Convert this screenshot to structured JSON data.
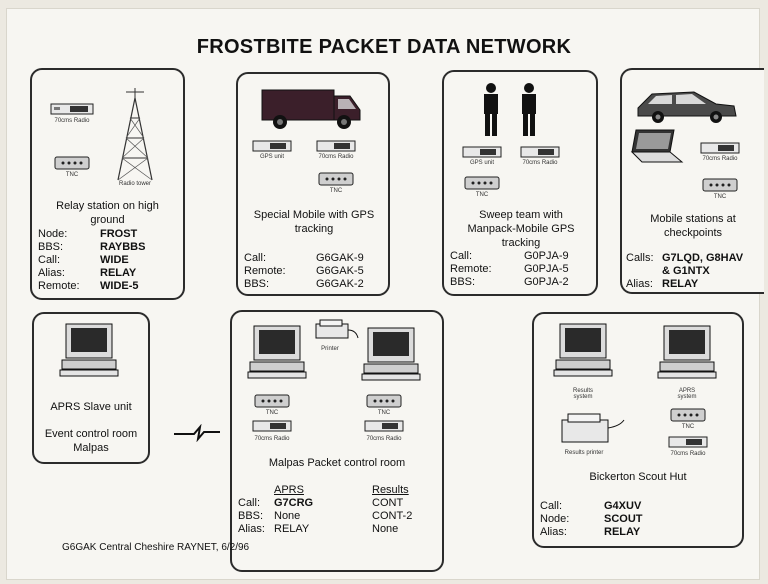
{
  "title": "FROSTBITE PACKET DATA NETWORK",
  "footer": "G6GAK Central Cheshire RAYNET, 6/2/96",
  "relay": {
    "lbl_radio": "70cms Radio",
    "lbl_tnc": "TNC",
    "lbl_tower": "Radio tower",
    "caption": "Relay station on high ground",
    "rows": [
      {
        "k": "Node:",
        "v": "FROST"
      },
      {
        "k": "BBS:",
        "v": "RAYBBS"
      },
      {
        "k": "Call:",
        "v": "WIDE"
      },
      {
        "k": "Alias:",
        "v": "RELAY"
      },
      {
        "k": "Remote:",
        "v": "WIDE-5"
      }
    ]
  },
  "mobile": {
    "lbl_gps": "GPS unit",
    "lbl_radio": "70cms Radio",
    "lbl_tnc": "TNC",
    "caption": "Special Mobile with GPS tracking",
    "rows": [
      {
        "k": "Call:",
        "v": "G6GAK-9"
      },
      {
        "k": "Remote:",
        "v": "G6GAK-5"
      },
      {
        "k": "BBS:",
        "v": "G6GAK-2"
      }
    ]
  },
  "sweep": {
    "lbl_gps": "GPS unit",
    "lbl_radio": "70cms Radio",
    "lbl_tnc": "TNC",
    "caption": "Sweep team with Manpack-Mobile GPS tracking",
    "rows": [
      {
        "k": "Call:",
        "v": "G0PJA-9"
      },
      {
        "k": "Remote:",
        "v": "G0PJA-5"
      },
      {
        "k": "BBS:",
        "v": "G0PJA-2"
      }
    ]
  },
  "checkpoints": {
    "lbl_radio": "70cms Radio",
    "lbl_tnc": "TNC",
    "caption": "Mobile stations at checkpoints",
    "calls_k": "Calls:",
    "calls_v1": "G7LQD, G8HAV",
    "calls_v2": "& G1NTX",
    "alias_k": "Alias:",
    "alias_v": "RELAY"
  },
  "slave": {
    "caption1": "APRS Slave unit",
    "caption2": "Event control room Malpas"
  },
  "malpas": {
    "lbl_printer": "Printer",
    "lbl_tnc_a": "TNC",
    "lbl_radio_a": "70cms Radio",
    "lbl_tnc_b": "TNC",
    "lbl_radio_b": "70cms Radio",
    "caption": "Malpas Packet control room",
    "col_aprs": "APRS",
    "col_results": "Results",
    "rows": [
      {
        "k": "Call:",
        "a": "G7CRG",
        "b": "CONT"
      },
      {
        "k": "BBS:",
        "a": "None",
        "b": "CONT-2"
      },
      {
        "k": "Alias:",
        "a": "RELAY",
        "b": "None"
      }
    ]
  },
  "bickerton": {
    "lbl_results_system": "Results system",
    "lbl_aprs_system": "APRS system",
    "lbl_tnc": "TNC",
    "lbl_radio": "70cms Radio",
    "lbl_results_printer": "Results printer",
    "caption": "Bickerton Scout Hut",
    "rows": [
      {
        "k": "Call:",
        "v": "G4XUV"
      },
      {
        "k": "Node:",
        "v": "SCOUT"
      },
      {
        "k": "Alias:",
        "v": "RELAY"
      }
    ]
  }
}
